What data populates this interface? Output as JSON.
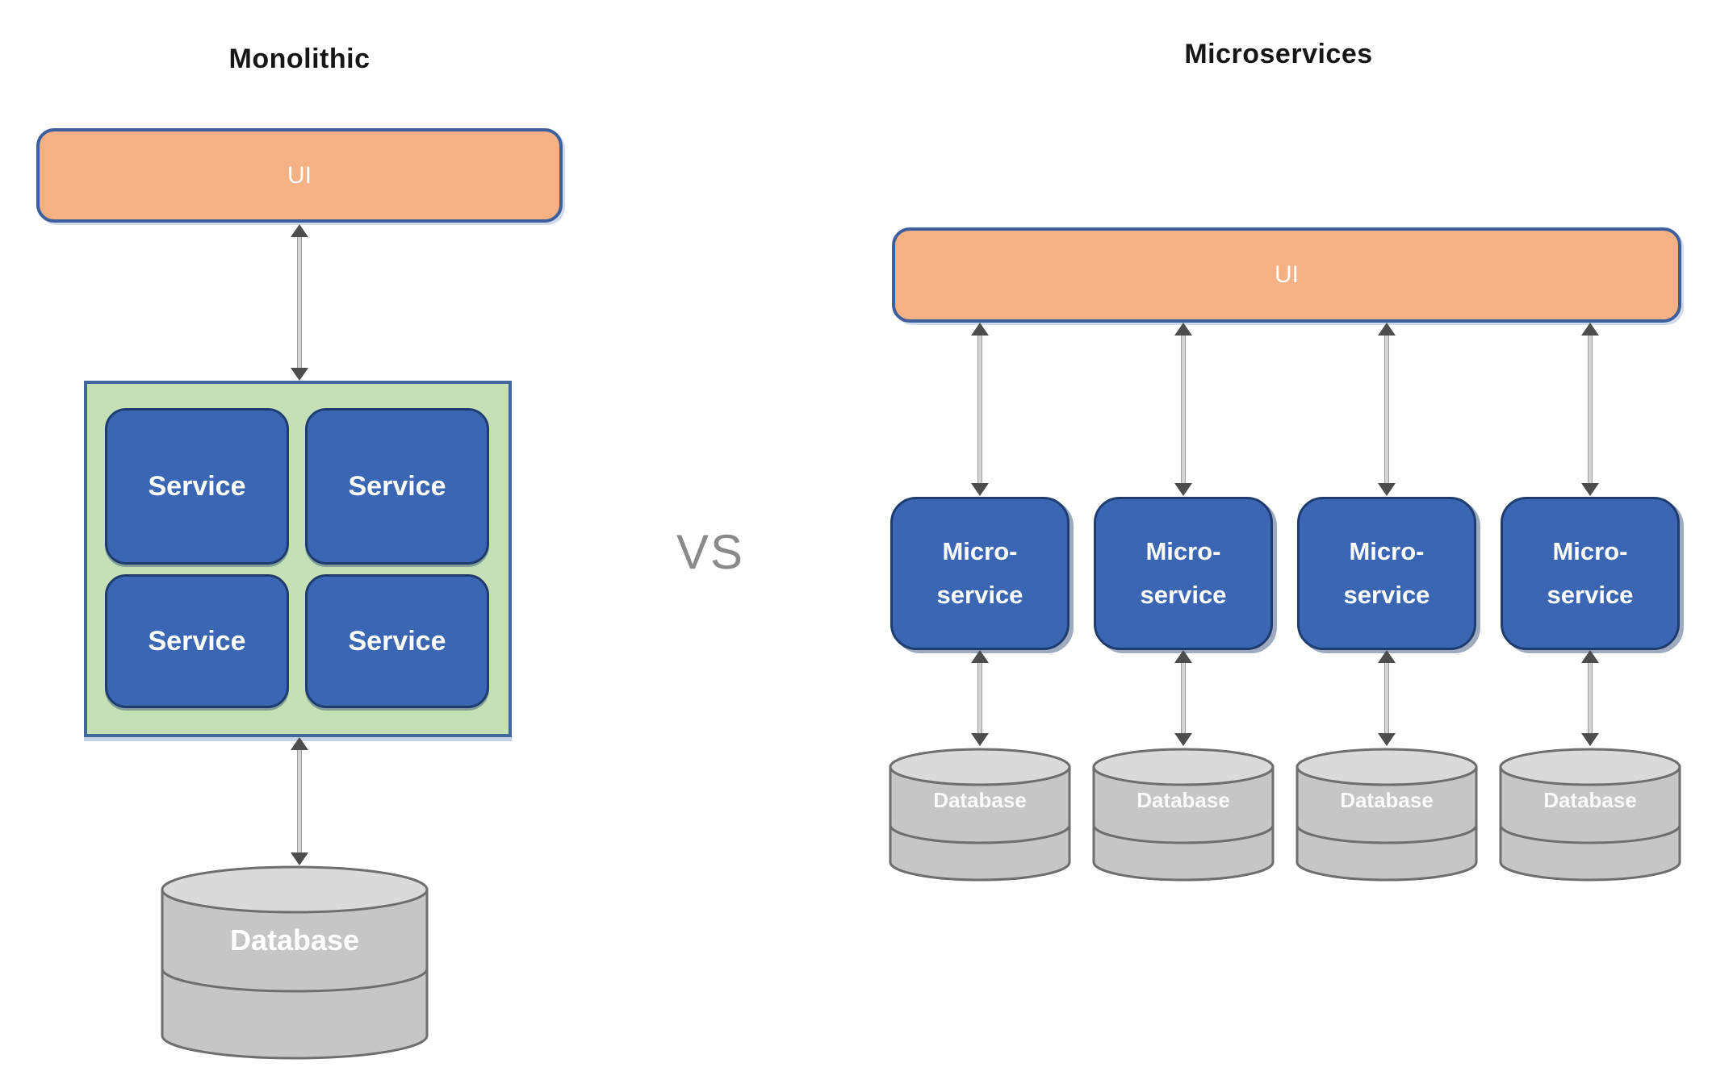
{
  "left_panel": {
    "title": "Monolithic",
    "ui_label": "UI",
    "services": [
      {
        "label": "Service"
      },
      {
        "label": "Service"
      },
      {
        "label": "Service"
      },
      {
        "label": "Service"
      }
    ],
    "database": {
      "label": "Database"
    }
  },
  "divider": {
    "vs_label": "VS"
  },
  "right_panel": {
    "title": "Microservices",
    "ui_label": "UI",
    "microservices": [
      {
        "line1": "Micro-",
        "line2": "service"
      },
      {
        "line1": "Micro-",
        "line2": "service"
      },
      {
        "line1": "Micro-",
        "line2": "service"
      },
      {
        "line1": "Micro-",
        "line2": "service"
      }
    ],
    "databases": [
      {
        "label": "Database"
      },
      {
        "label": "Database"
      },
      {
        "label": "Database"
      },
      {
        "label": "Database"
      }
    ]
  },
  "colors": {
    "orange_fill": "#F4B183",
    "orange_border": "#3E5F9E",
    "blue_fill": "#3B66B3",
    "blue_border": "#1F3C6E",
    "green_fill": "#C5E0B4",
    "green_border": "#44679B",
    "cylinder_fill": "#C6C6C6",
    "cylinder_top_fill": "#DADADA",
    "cylinder_border": "#6E6E6E",
    "arrow_shaft": "#D4D4D4",
    "arrow_shaft_edge": "#9E9E9E",
    "arrow_head": "#4D4D4D",
    "vs_color": "#8A8A8A",
    "title_color": "#161616",
    "box_text_color": "#FFFFFF"
  }
}
